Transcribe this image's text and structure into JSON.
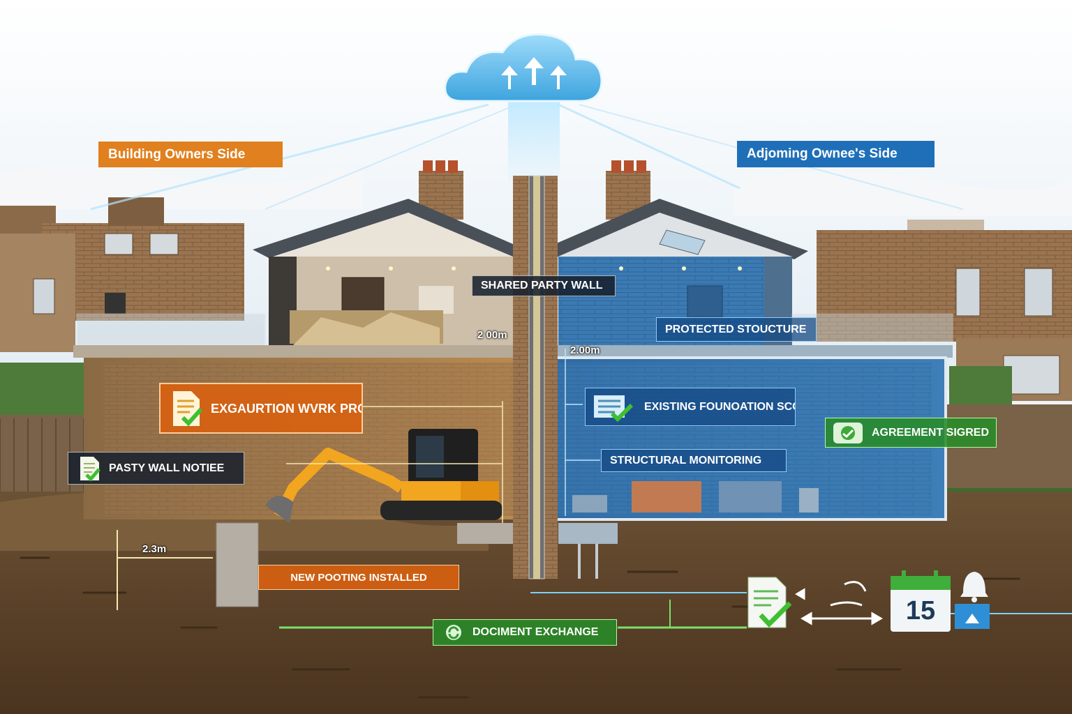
{
  "labels": {
    "building_owner_side": "Building Owners Side",
    "adjoining_owner_side": "Adjoming Ownee's Side",
    "shared_party_wall": "SHARED PARTY WALL",
    "protected_structure": "PROTECTED STOUCTURE",
    "excavation_line1": "EXGAURTION WVRK",
    "excavation_line2": "PROONEIS",
    "party_wall_notice": "PASTY WALL NOTIEE",
    "existing_foundation_line1": "EXISTING FOUNOATION",
    "existing_foundation_line2": "SCCURED",
    "structural_monitoring": "STRUCTURAL MONITORING",
    "agreement_signed": "AGREEMENT SIGRED",
    "new_footing": "NEW POOTING INSTALLED",
    "document_exchange": "DOCIMENT EXCHANGE"
  },
  "measurements": {
    "left_wall_height": "2 00m",
    "right_wall_height": "2.00m",
    "footing_depth": "2.3m"
  },
  "calendar": {
    "day": "15"
  },
  "icons": [
    "cloud-upload-icon",
    "document-check-icon",
    "exchange-arrows-icon",
    "calendar-icon",
    "bell-icon",
    "handshake-icon",
    "recycle-icon",
    "excavator-icon"
  ],
  "colors": {
    "orange": "#e0801e",
    "blue": "#1f6fb8",
    "green": "#2f9a2f",
    "cloud": "#5ab8ea"
  }
}
